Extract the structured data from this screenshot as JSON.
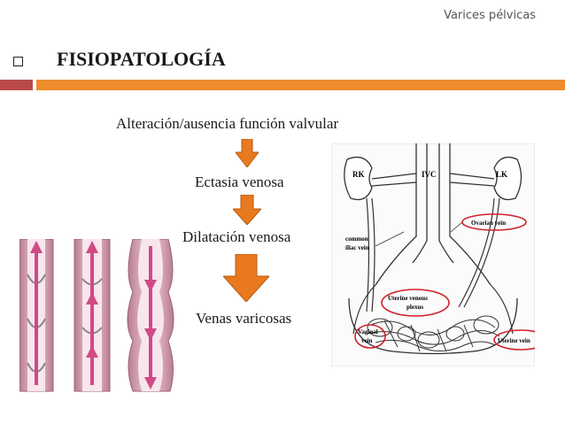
{
  "header": {
    "title": "Varices pélvicas"
  },
  "slide": {
    "title": "FISIOPATOLOGÍA",
    "steps": [
      "Alteración/ausencia función valvular",
      "Ectasia venosa",
      "Dilatación venosa",
      "Venas varicosas"
    ]
  },
  "diagram": {
    "rk": "RK",
    "ivc": "IVC",
    "lk": "LK",
    "ovarian_vein": "Ovarian vein",
    "common_iliac_1": "common",
    "common_iliac_2": "iliac vein",
    "uterine_plexus_1": "Uterine venous",
    "uterine_plexus_2": "plexus",
    "vaginal_1": "Vaginal",
    "vaginal_2": "vein",
    "uterine_vein": "Uterine vein"
  },
  "colors": {
    "accent_orange": "#ee8b2c",
    "accent_red": "#b94a48",
    "arrow": "#e8791e",
    "vein_pink": "#d04a86",
    "callout": "#d0212b"
  }
}
